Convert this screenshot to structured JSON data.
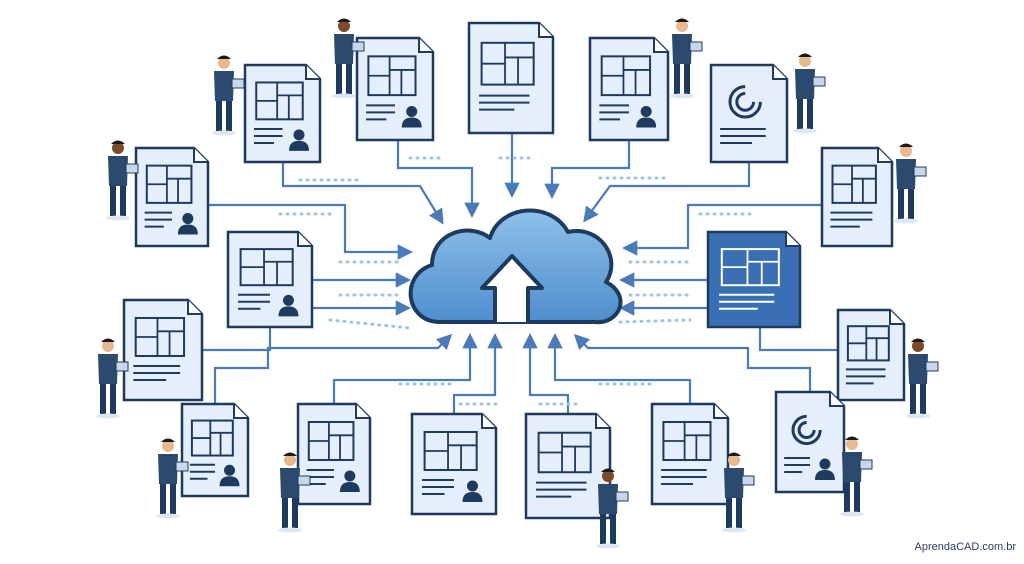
{
  "credit": "AprendaCAD.com.br",
  "colors": {
    "navy": "#1f3a5f",
    "doc_fill": "#e4effb",
    "doc_fill_dark": "#3a6fb3",
    "cloud_fill": "#5b9bd5",
    "cloud_light": "#8ec0ea",
    "line": "#4a7bb7",
    "dots": "#9cc3ea",
    "suit": "#2c4a6e",
    "skin_light": "#e8b98f",
    "skin_dark": "#7a4a2a"
  },
  "icons": [
    "cloud-upload-icon",
    "blueprint-document-icon",
    "person-icon"
  ],
  "documents": [
    {
      "id": "doc-1",
      "variant": "plan-person"
    },
    {
      "id": "doc-2",
      "variant": "plan-person"
    },
    {
      "id": "doc-3",
      "variant": "plan-text"
    },
    {
      "id": "doc-4",
      "variant": "plan-person"
    },
    {
      "id": "doc-5",
      "variant": "spiral"
    },
    {
      "id": "doc-6",
      "variant": "plan-person"
    },
    {
      "id": "doc-7",
      "variant": "plan-text"
    },
    {
      "id": "doc-8",
      "variant": "plan-person"
    },
    {
      "id": "doc-9",
      "variant": "plan-dark"
    },
    {
      "id": "doc-10",
      "variant": "plan-text"
    },
    {
      "id": "doc-11",
      "variant": "plan-text"
    },
    {
      "id": "doc-12",
      "variant": "plan-person"
    },
    {
      "id": "doc-13",
      "variant": "plan-person"
    },
    {
      "id": "doc-14",
      "variant": "plan-person"
    },
    {
      "id": "doc-15",
      "variant": "plan-text"
    },
    {
      "id": "doc-16",
      "variant": "plan-text"
    },
    {
      "id": "doc-17",
      "variant": "spiral-person"
    }
  ]
}
